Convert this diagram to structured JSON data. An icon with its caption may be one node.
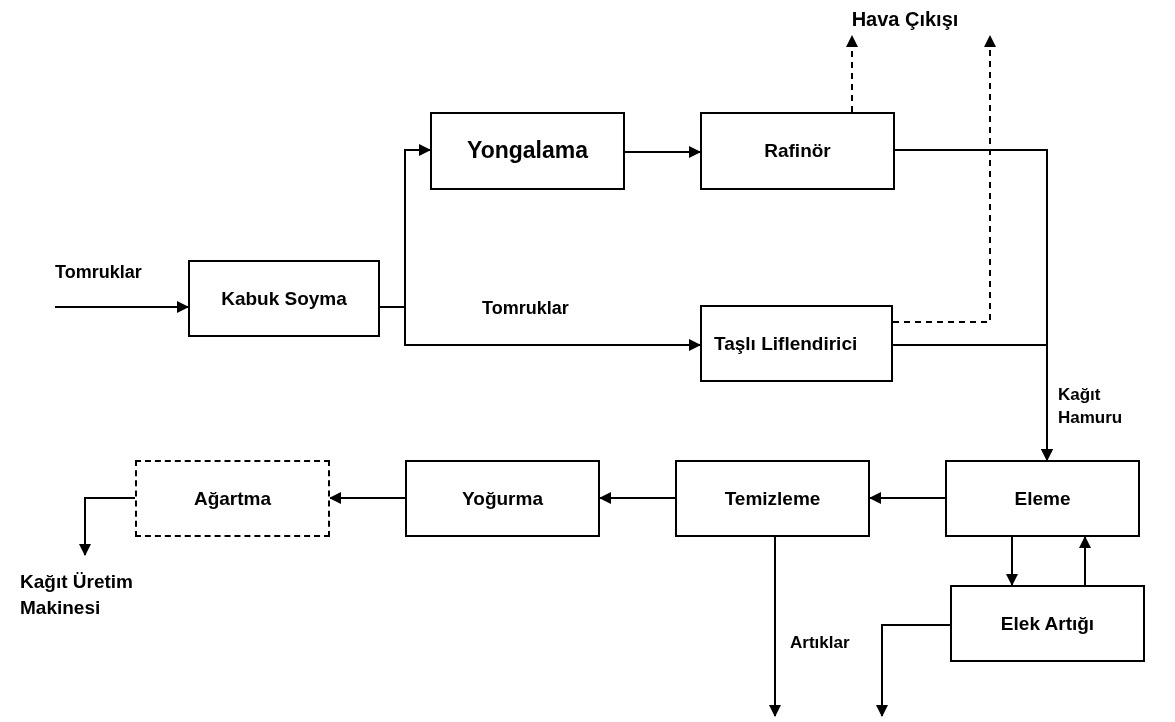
{
  "diagram": {
    "nodes": [
      {
        "text": [
          "Hava Çıkışı"
        ]
      },
      {
        "text": [
          "Yongalama"
        ]
      },
      {
        "text": [
          "Rafinör"
        ]
      },
      {
        "text": [
          "Kabuk Soyma"
        ]
      },
      {
        "text": [
          "Taşlı Liflendirici"
        ]
      },
      {
        "text": [
          "Ağartma"
        ]
      },
      {
        "text": [
          "Yoğurma"
        ]
      },
      {
        "text": [
          "Temizleme"
        ]
      },
      {
        "text": [
          "Eleme"
        ]
      },
      {
        "text": [
          "Kağıt Üretim Makinesi"
        ]
      },
      {
        "text": [
          "Elek Artığı"
        ]
      }
    ],
    "edges": [
      {
        "from": null,
        "to": 3,
        "arrow": "to",
        "label": "Tomruklar"
      },
      {
        "from": 3,
        "to": 1,
        "arrow": "to"
      },
      {
        "from": 3,
        "to": 4,
        "arrow": "to",
        "label": "Tomruklar"
      },
      {
        "from": 1,
        "to": 2,
        "arrow": "to"
      },
      {
        "from": 2,
        "to": 0,
        "arrow": "to",
        "style": "dashed"
      },
      {
        "from": 4,
        "to": 0,
        "arrow": "to",
        "style": "dashed"
      },
      {
        "from": 2,
        "to": 8,
        "arrow": "to"
      },
      {
        "from": 4,
        "to": 8,
        "arrow": "to",
        "label": "Kağıt Hamuru"
      },
      {
        "from": 8,
        "to": 7,
        "arrow": "to"
      },
      {
        "from": 7,
        "to": 6,
        "arrow": "to"
      },
      {
        "from": 6,
        "to": 5,
        "arrow": "to"
      },
      {
        "from": 5,
        "to": 9,
        "arrow": "to"
      },
      {
        "from": 7,
        "to": null,
        "arrow": "to",
        "label": "Artıklar"
      },
      {
        "from": 8,
        "to": 10,
        "arrow": "to"
      },
      {
        "from": 10,
        "to": 8,
        "arrow": "to"
      },
      {
        "from": 10,
        "to": null,
        "arrow": "to"
      }
    ]
  }
}
